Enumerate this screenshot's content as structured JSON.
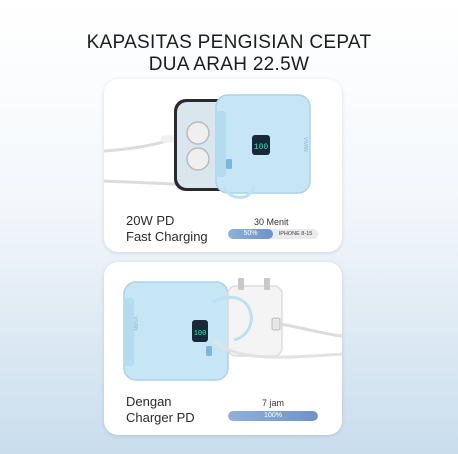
{
  "header": {
    "line1": "KAPASITAS  PENGISIAN CEPAT",
    "line2": "DUA  ARAH 22.5W"
  },
  "card_top": {
    "device_brand": "VIVAN",
    "screen_reading": "100",
    "caption_line1": "20W PD",
    "caption_line2": "Fast Charging",
    "time_label": "30 Menit",
    "progress_label": "50%",
    "progress_fraction": 0.5,
    "device_model": "IPHONE 8-15"
  },
  "card_bottom": {
    "device_brand": "VIVAN",
    "screen_reading": "100",
    "caption_line1": "Dengan",
    "caption_line2": "Charger PD",
    "time_label": "7 jam",
    "progress_label": "100%",
    "progress_fraction": 1.0
  },
  "colors": {
    "powerbank_blue": "#c6e6f6",
    "powerbank_edge": "#a9d3ea",
    "display_green": "#3fe3b0",
    "progress_blue": "#7da1d0",
    "cable_white": "#f4f4f4"
  }
}
